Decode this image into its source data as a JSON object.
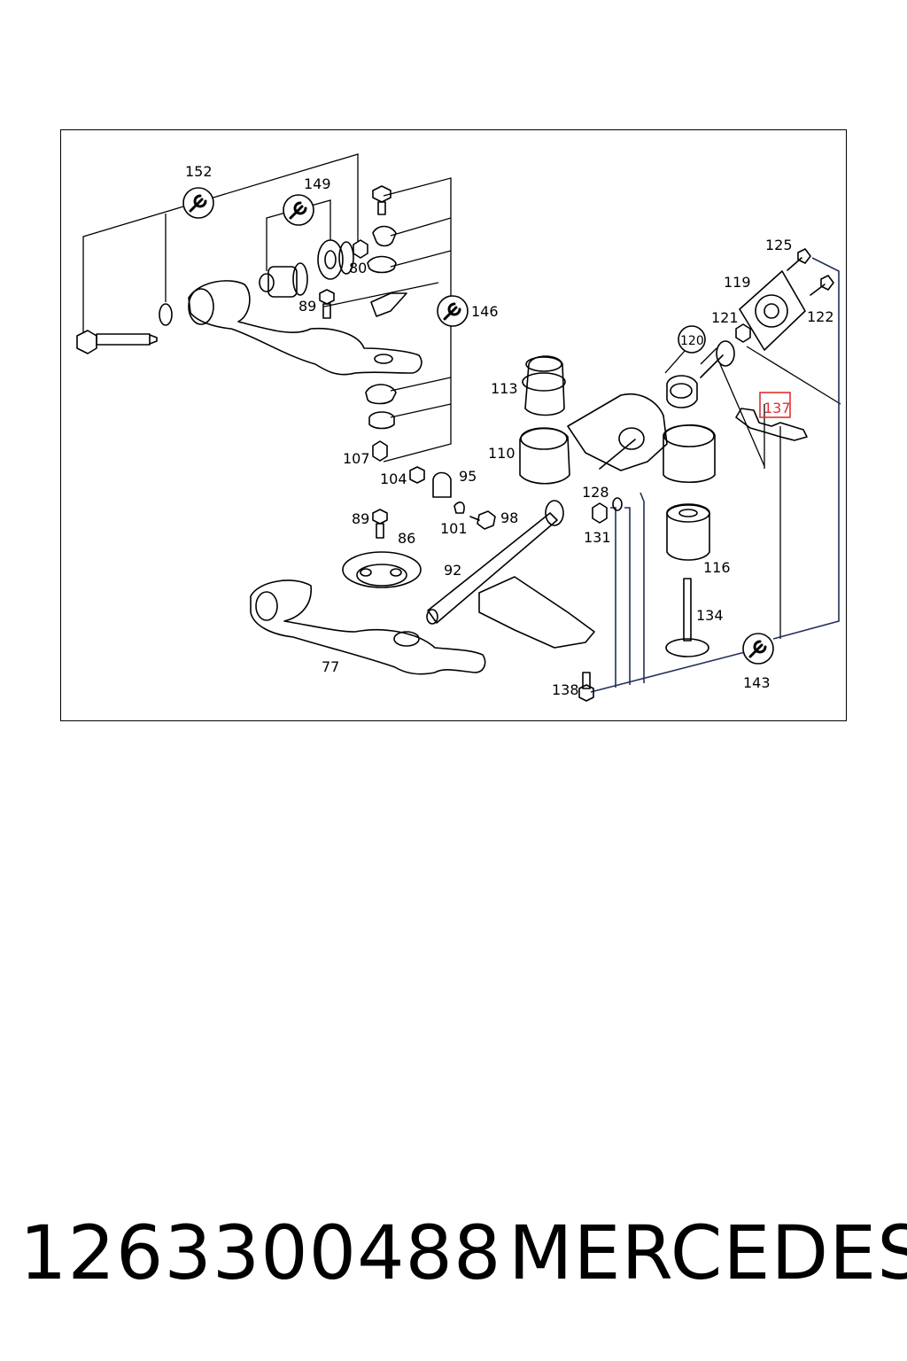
{
  "diagram": {
    "callouts": {
      "c152": "152",
      "c149": "149",
      "c80": "80",
      "c89a": "89",
      "c146": "146",
      "c107": "107",
      "c104": "104",
      "c95": "95",
      "c101": "101",
      "c98": "98",
      "c89b": "89",
      "c86": "86",
      "c92": "92",
      "c77": "77",
      "c113": "113",
      "c110": "110",
      "c128": "128",
      "c131": "131",
      "c116": "116",
      "c134": "134",
      "c138": "138",
      "c143": "143",
      "c125": "125",
      "c119": "119",
      "c121": "121",
      "c120": "120",
      "c122": "122",
      "c137": "137"
    },
    "highlight_color": "#e03030",
    "leader_color": "#23305a",
    "icons": [
      "wrench-icon"
    ]
  },
  "footer": {
    "part_number": "1263300488",
    "brand": "MERCEDES"
  }
}
